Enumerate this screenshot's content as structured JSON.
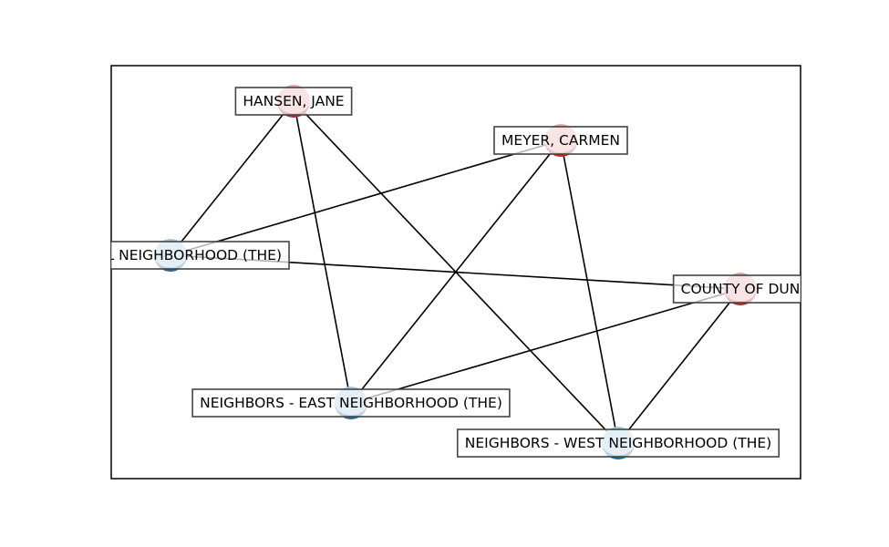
{
  "graph": {
    "nodes": [
      {
        "id": "hansen",
        "label": "HANSEN, JANE",
        "group": "person",
        "color": "#e8a5a6",
        "stroke": "#b41e1e"
      },
      {
        "id": "meyer",
        "label": "MEYER, CARMEN",
        "group": "person",
        "color": "#e8a5a6",
        "stroke": "#b41e1e"
      },
      {
        "id": "central",
        "label": "ENTRAL NEIGHBORHOOD (THE)",
        "group": "organization",
        "color": "#a6c8e2",
        "stroke": "#1f5f94"
      },
      {
        "id": "county",
        "label": "COUNTY OF DUN",
        "group": "person",
        "color": "#e8a5a6",
        "stroke": "#b41e1e"
      },
      {
        "id": "east",
        "label": "NEIGHBORS - EAST NEIGHBORHOOD (THE)",
        "group": "organization",
        "color": "#a6c8e2",
        "stroke": "#1f5f94"
      },
      {
        "id": "west",
        "label": "NEIGHBORS - WEST NEIGHBORHOOD (THE)",
        "group": "organization",
        "color": "#a6c8e2",
        "stroke": "#1f5f94"
      }
    ],
    "edges": [
      {
        "source": "hansen",
        "target": "central"
      },
      {
        "source": "hansen",
        "target": "east"
      },
      {
        "source": "hansen",
        "target": "west"
      },
      {
        "source": "meyer",
        "target": "central"
      },
      {
        "source": "meyer",
        "target": "east"
      },
      {
        "source": "meyer",
        "target": "west"
      },
      {
        "source": "central",
        "target": "county"
      },
      {
        "source": "county",
        "target": "east"
      },
      {
        "source": "county",
        "target": "west"
      }
    ]
  }
}
